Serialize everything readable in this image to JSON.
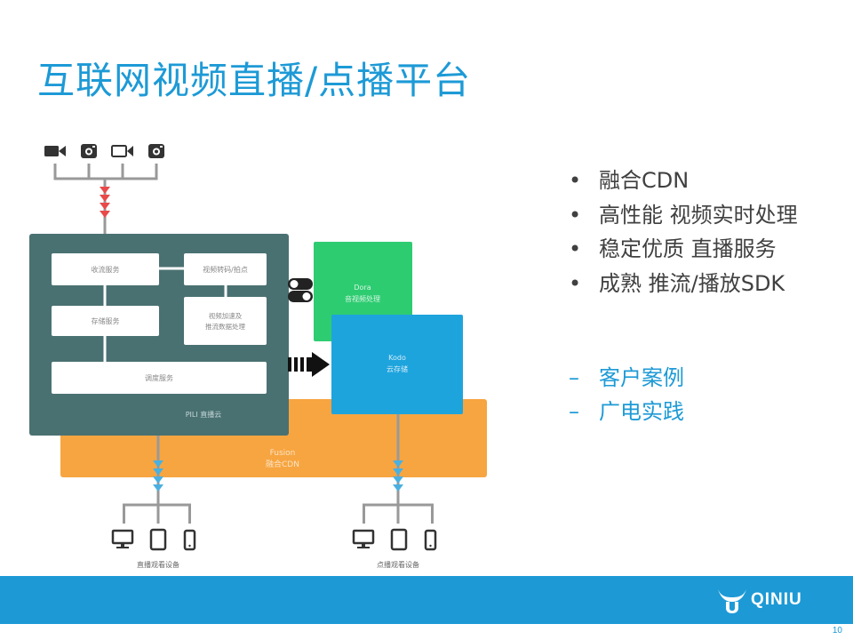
{
  "slide": {
    "title": "互联网视频直播/点播平台",
    "page_number": "10"
  },
  "diagram": {
    "box_ingest": "收流服务",
    "box_transcode": "视频转码/拍点",
    "box_storage": "存储服务",
    "box_process": "视频加速及\n推流数据处理",
    "box_dispatch": "调度服务",
    "panel_cloud": "PILI 直播云",
    "box_dora_title": "Dora",
    "box_dora_sub": "音视频处理",
    "box_kodo_title": "Kodo",
    "box_kodo_sub": "云存储",
    "band_title": "Fusion",
    "band_sub": "融合CDN",
    "caption_left": "直播观看设备",
    "caption_right": "点播观看设备"
  },
  "bullets": [
    "融合CDN",
    "高性能 视频实时处理",
    "稳定优质 直播服务",
    "成熟 推流/播放SDK"
  ],
  "links": [
    "客户案例",
    "广电实践"
  ],
  "logo": {
    "text": "QINIU"
  },
  "colors": {
    "title": "#1d9ad6",
    "footer": "#1d9ad6",
    "panel": "#4a7172",
    "dora": "#2ecc71",
    "kodo": "#1ea4dd",
    "fusion": "#f7a541",
    "arrow_red": "#e84a4a",
    "arrow_blue": "#4ab0e0"
  }
}
